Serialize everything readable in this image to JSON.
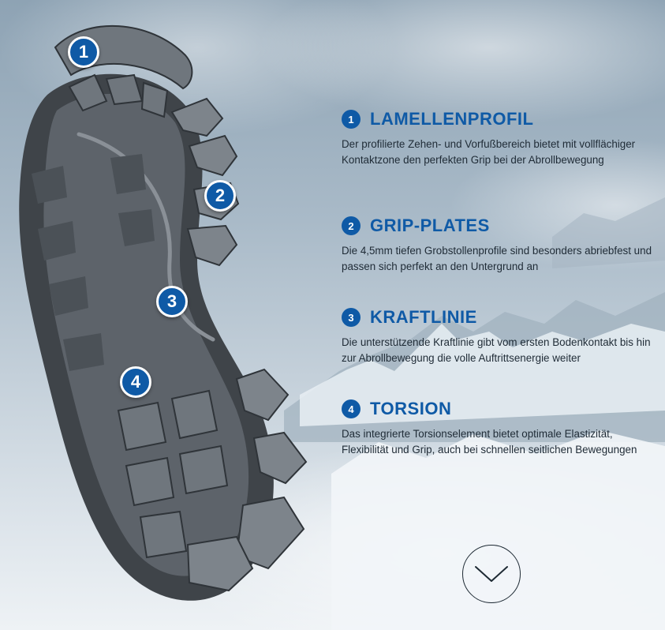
{
  "colors": {
    "accent": "#0f5aa6",
    "text": "#1f2b36",
    "sole_dark": "#3f4449",
    "sole_mid": "#5d636a",
    "sole_light": "#7d848b"
  },
  "callouts": [
    {
      "number": "1"
    },
    {
      "number": "2"
    },
    {
      "number": "3"
    },
    {
      "number": "4"
    }
  ],
  "features": [
    {
      "number": "1",
      "title": "LAMELLENPROFIL",
      "description": "Der profilierte Zehen- und Vorfußbereich bietet mit vollflächiger Kontaktzone den perfekten Grip bei der Abrollbewegung"
    },
    {
      "number": "2",
      "title": "GRIP-PLATES",
      "description": "Die 4,5mm tiefen Grobstollenprofile sind besonders abriebfest und passen sich perfekt an den Untergrund an"
    },
    {
      "number": "3",
      "title": "KRAFTLINIE",
      "description": "Die unterstützende Kraftlinie gibt vom ersten Bodenkontakt bis hin zur Abrollbewegung die volle Auftrittsenergie weiter"
    },
    {
      "number": "4",
      "title": "TORSION",
      "description": "Das integrierte Torsionselement bietet optimale Elastizität, Flexibilität und Grip, auch bei schnellen seitlichen Bewegungen"
    }
  ],
  "scroll_button": {
    "icon": "chevron-down-icon"
  }
}
